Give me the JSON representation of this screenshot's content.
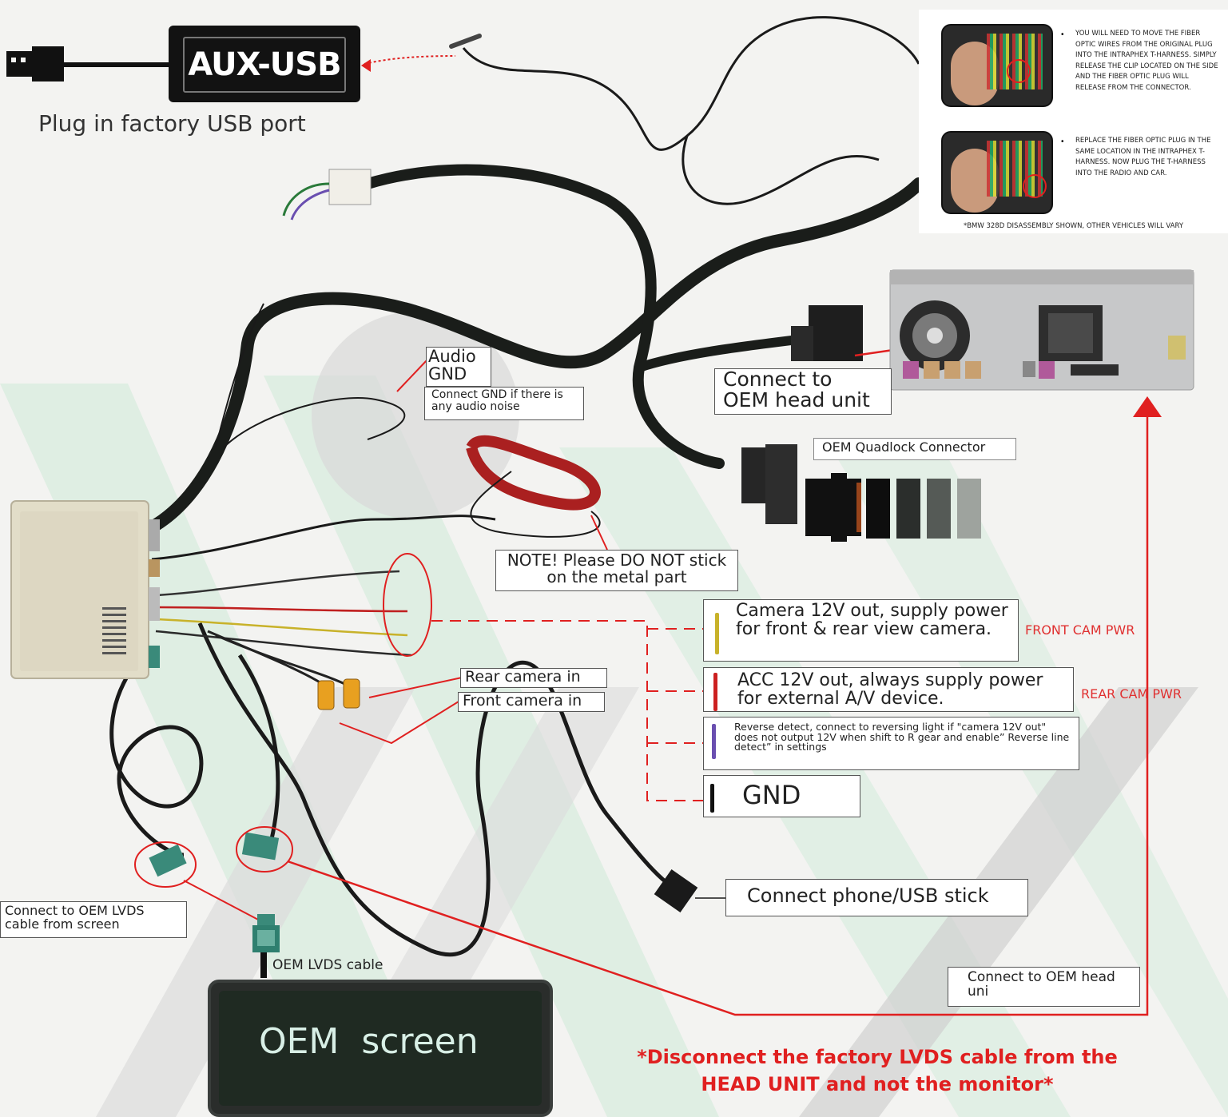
{
  "top_left": {
    "aux_badge": "AUX-USB",
    "usb_caption": "Plug in factory USB port"
  },
  "instructions": {
    "step1": "YOU WILL NEED TO MOVE THE FIBER OPTIC WIRES FROM THE ORIGINAL PLUG INTO THE INTRAPHEX T-HARNESS. SIMPLY RELEASE THE CLIP LOCATED ON THE SIDE AND THE FIBER OPTIC PLUG WILL RELEASE FROM THE CONNECTOR.",
    "step2": "REPLACE THE FIBER OPTIC PLUG IN THE SAME LOCATION IN THE INTRAPHEX T-HARNESS. NOW PLUG THE T-HARNESS INTO THE RADIO AND CAR.",
    "footnote": "*BMW 328D DISASSEMBLY SHOWN, OTHER VEHICLES WILL VARY"
  },
  "labels": {
    "audio_gnd_line1": "Audio",
    "audio_gnd_line2": "GND",
    "audio_noise": "Connect GND if there is any audio noise",
    "connect_oem_head_unit_1": "Connect to",
    "connect_oem_head_unit_2": "OEM head unit",
    "quadlock": "OEM Quadlock Connector",
    "note_metal": "NOTE! Please DO NOT stick on the metal part",
    "rear_camera": "Rear camera in",
    "front_camera": "Front camera in",
    "lvds_from_screen": "Connect to OEM LVDS cable from screen",
    "oem_lvds_cable": "OEM LVDS cable",
    "oem_screen": "OEM  screen",
    "phone_usb": "Connect phone/USB stick",
    "head_uni": "Connect to OEM head uni",
    "disconnect_note": "*Disconnect the factory LVDS cable from the HEAD UNIT and not the monitor*"
  },
  "wires": [
    {
      "text": "Camera 12V out, supply power for front & rear view camera.",
      "color": "#c8b22a",
      "side_note": "FRONT CAM PWR"
    },
    {
      "text": "ACC 12V out, always supply power for external A/V device.",
      "color": "#cc2020",
      "side_note": "REAR CAM PWR"
    },
    {
      "text": "Reverse detect, connect to reversing light if \"camera 12V out\" does not output 12V when shift to R gear and enable” Reverse line detect” in settings",
      "color": "#6a4fb0",
      "side_note": ""
    },
    {
      "text": "GND",
      "color": "#111111",
      "side_note": ""
    }
  ],
  "colors": {
    "accent_red": "#e02020",
    "bg_green": "#cfe6d8",
    "watermark_grey": "#cfcfcf",
    "screen_dark": "#1f2a22"
  },
  "icons": [
    "usb-plug-icon",
    "lvds-connector-icon"
  ]
}
